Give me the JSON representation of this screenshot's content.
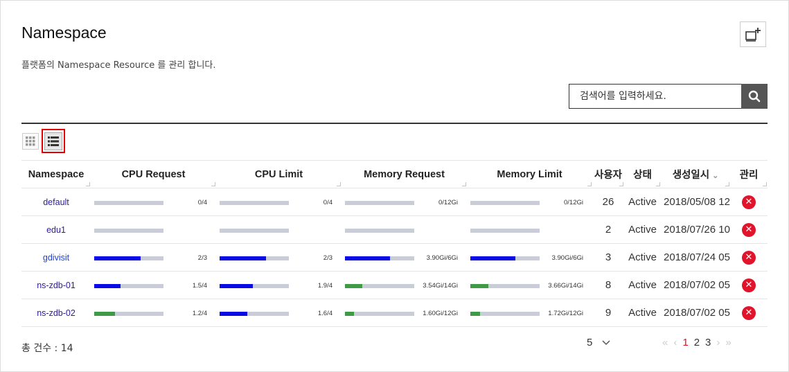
{
  "header": {
    "title": "Namespace",
    "subtitle": "플랫폼의 Namespace Resource 를 관리 합니다."
  },
  "search": {
    "placeholder": "검색어를 입력하세요."
  },
  "table": {
    "columns": [
      "Namespace",
      "CPU Request",
      "CPU Limit",
      "Memory Request",
      "Memory Limit",
      "사용자",
      "상태",
      "생성일시",
      "관리"
    ],
    "rows": [
      {
        "namespace": "default",
        "cpu_request": "0/4",
        "cpu_request_fill": 0,
        "cpu_limit": "0/4",
        "cpu_limit_fill": 0,
        "mem_request": "0/12Gi",
        "mem_request_fill": 0,
        "mem_limit": "0/12Gi",
        "mem_limit_fill": 0,
        "users": "26",
        "status": "Active",
        "created": "2018/05/08 12:",
        "color": "#2b1b9c"
      },
      {
        "namespace": "edu1",
        "cpu_request": "",
        "cpu_request_fill": 0,
        "cpu_limit": "",
        "cpu_limit_fill": 0,
        "mem_request": "",
        "mem_request_fill": 0,
        "mem_limit": "",
        "mem_limit_fill": 0,
        "users": "2",
        "status": "Active",
        "created": "2018/07/26 10:",
        "color": "#2b1b9c"
      },
      {
        "namespace": "gdivisit",
        "cpu_request": "2/3",
        "cpu_request_fill": 0.667,
        "cpu_limit": "2/3",
        "cpu_limit_fill": 0.667,
        "mem_request": "3.90Gi/6Gi",
        "mem_request_fill": 0.65,
        "mem_limit": "3.90Gi/6Gi",
        "mem_limit_fill": 0.65,
        "users": "3",
        "status": "Active",
        "created": "2018/07/24 05:",
        "color": "#1c3fd9"
      },
      {
        "namespace": "ns-zdb-01",
        "cpu_request": "1.5/4",
        "cpu_request_fill": 0.375,
        "cpu_limit": "1.9/4",
        "cpu_limit_fill": 0.475,
        "mem_request": "3.54Gi/14Gi",
        "mem_request_fill": 0.253,
        "mem_limit": "3.66Gi/14Gi",
        "mem_limit_fill": 0.261,
        "users": "8",
        "status": "Active",
        "created": "2018/07/02 05:",
        "color": "#2b1b9c"
      },
      {
        "namespace": "ns-zdb-02",
        "cpu_request": "1.2/4",
        "cpu_request_fill": 0.3,
        "cpu_limit": "1.6/4",
        "cpu_limit_fill": 0.4,
        "mem_request": "1.60Gi/12Gi",
        "mem_request_fill": 0.133,
        "mem_limit": "1.72Gi/12Gi",
        "mem_limit_fill": 0.143,
        "users": "9",
        "status": "Active",
        "created": "2018/07/02 05:",
        "color": "#2b1b9c"
      }
    ]
  },
  "colors": {
    "bar_blue": "#0a0ae6",
    "bar_green": "#3e9a44",
    "bar_track": "#c9cdd8",
    "danger": "#e0142b"
  },
  "footer": {
    "total_label": "총 건수 : 14",
    "page_size": "5",
    "pages": [
      "1",
      "2",
      "3"
    ],
    "current_page": "1"
  }
}
